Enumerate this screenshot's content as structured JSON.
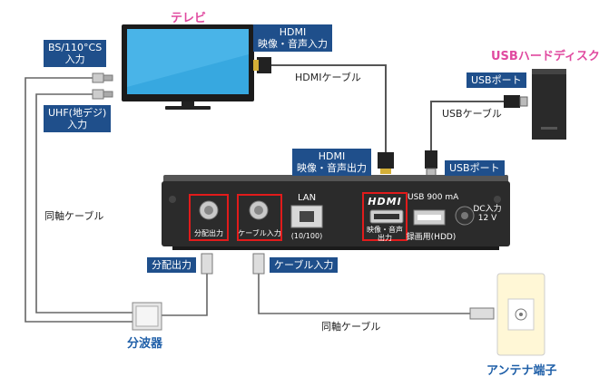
{
  "devices": {
    "tv_title": "テレビ",
    "hdd_title": "USBハードディスク",
    "splitter_title": "分波器",
    "antenna_title": "アンテナ端子"
  },
  "tv_ports": {
    "bs_cs": "BS/110°CS\n入力",
    "uhf": "UHF(地デジ)\n入力",
    "hdmi_in": "HDMI\n映像・音声入力"
  },
  "cables": {
    "hdmi_cable": "HDMIケーブル",
    "usb_cable": "USBケーブル",
    "coax_left": "同軸ケーブル",
    "coax_bottom": "同軸ケーブル"
  },
  "connectors": {
    "hdmi_out": "HDMI\n映像・音声出力",
    "usb_port_top": "USBポート",
    "usb_port_bottom": "USBポート",
    "split_out": "分配出力",
    "cable_in": "ケーブル入力"
  },
  "rear_panel": {
    "split_out": "分配出力",
    "cable_in": "ケーブル入力",
    "lan": "LAN",
    "lan_sub": "(10/100)",
    "hdmi_logo": "HDMI",
    "hdmi_sub": "映像・音声\n出力",
    "usb_spec": "USB 900 mA",
    "usb_sub": "録画用(HDD)",
    "dc_label": "DC入力\n12 V"
  }
}
